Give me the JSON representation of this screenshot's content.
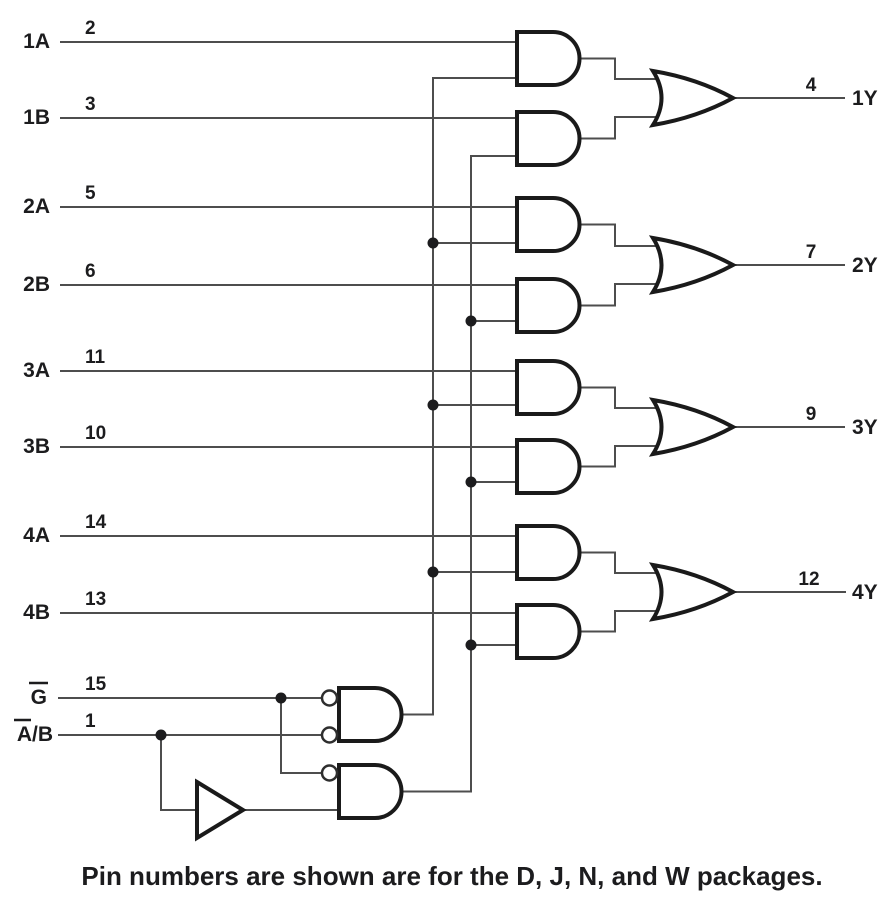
{
  "caption": "Pin numbers are shown are for the D, J, N, and W packages.",
  "colors": {
    "background": "#ffffff",
    "wire": "#4d4d4d",
    "gate_outline": "#1a1a1a",
    "text": "#1c1c1e"
  },
  "inputs": [
    {
      "label": "1A",
      "pin": "2"
    },
    {
      "label": "1B",
      "pin": "3"
    },
    {
      "label": "2A",
      "pin": "5"
    },
    {
      "label": "2B",
      "pin": "6"
    },
    {
      "label": "3A",
      "pin": "11"
    },
    {
      "label": "3B",
      "pin": "10"
    },
    {
      "label": "4A",
      "pin": "14"
    },
    {
      "label": "4B",
      "pin": "13"
    }
  ],
  "controls": [
    {
      "label": "G",
      "pin": "15",
      "overline": "G"
    },
    {
      "label": "A/B",
      "pin": "1",
      "overline": "A"
    }
  ],
  "outputs": [
    {
      "label": "1Y",
      "pin": "4"
    },
    {
      "label": "2Y",
      "pin": "7"
    },
    {
      "label": "3Y",
      "pin": "9"
    },
    {
      "label": "4Y",
      "pin": "12"
    }
  ]
}
